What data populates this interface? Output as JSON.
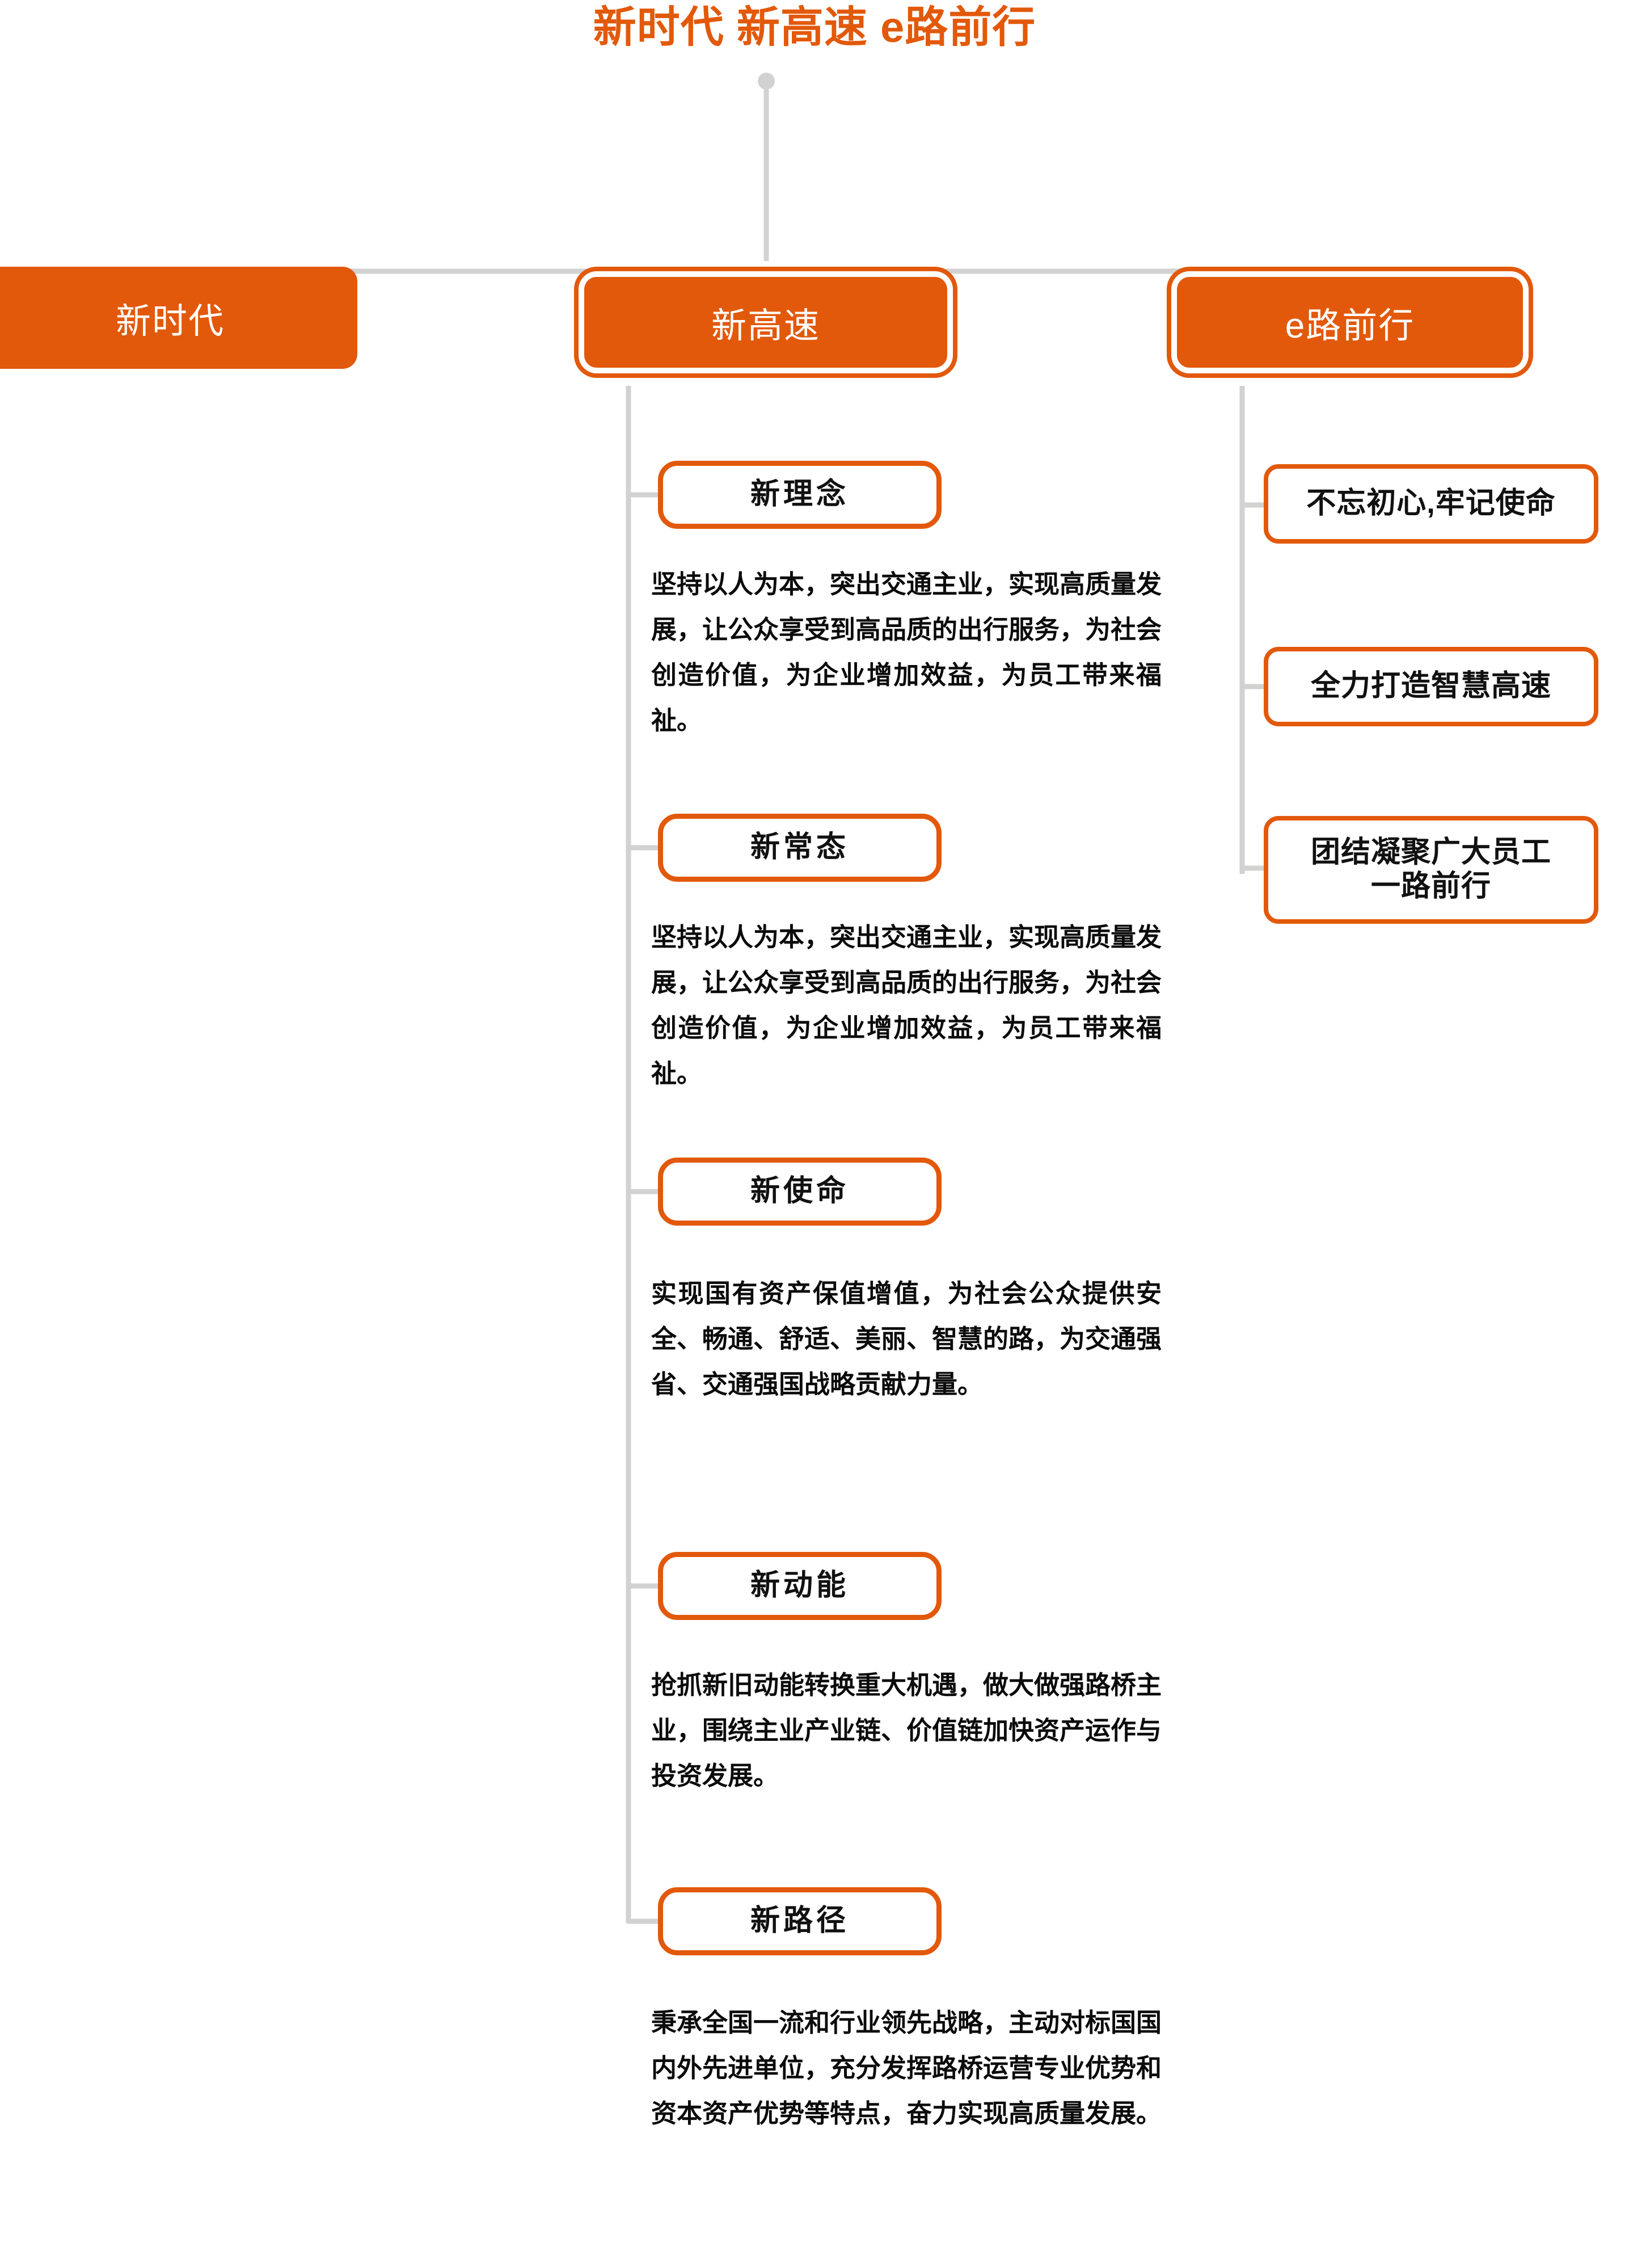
{
  "title": "新时代 新高速 e路前行",
  "colors": {
    "accent": "#E2590B",
    "connector": "#d2d2d2",
    "node_text_light": "#ffffff",
    "node_text_dark": "#111111",
    "background": "#ffffff"
  },
  "root": {
    "marker": "root-dot"
  },
  "branches": [
    {
      "id": "xin-shi-dai",
      "label": "新时代",
      "style": "solid",
      "children": []
    },
    {
      "id": "xin-gao-su",
      "label": "新高速",
      "style": "ringed",
      "children": [
        {
          "id": "xin-li-nian",
          "label": "新理念",
          "body": "坚持以人为本，突出交通主业，实现高质量发展，让公众享受到高品质的出行服务，为社会创造价值，为企业增加效益，为员工带来福祉。"
        },
        {
          "id": "xin-chang-tai",
          "label": "新常态",
          "body": "坚持以人为本，突出交通主业，实现高质量发展，让公众享受到高品质的出行服务，为社会创造价值，为企业增加效益，为员工带来福祉。"
        },
        {
          "id": "xin-shi-ming",
          "label": "新使命",
          "body": "实现国有资产保值增值，为社会公众提供安全、畅通、舒适、美丽、智慧的路，为交通强省、交通强国战略贡献力量。"
        },
        {
          "id": "xin-dong-neng",
          "label": "新动能",
          "body": "抢抓新旧动能转换重大机遇，做大做强路桥主业，围绕主业产业链、价值链加快资产运作与投资发展。"
        },
        {
          "id": "xin-lu-jing",
          "label": "新路径",
          "body": "秉承全国一流和行业领先战略，主动对标国国内外先进单位，充分发挥路桥运营专业优势和资本资产优势等特点，奋力实现高质量发展。"
        }
      ]
    },
    {
      "id": "e-lu-qian-xing",
      "label": "e路前行",
      "style": "ringed",
      "children": [
        {
          "id": "bu-wang-chu-xin",
          "label": "不忘初心,牢记使命"
        },
        {
          "id": "quan-li-da-zao",
          "label": "全力打造智慧高速"
        },
        {
          "id": "tuan-jie-ning-ju",
          "label": "团结凝聚广大员工\n一路前行"
        }
      ]
    }
  ]
}
